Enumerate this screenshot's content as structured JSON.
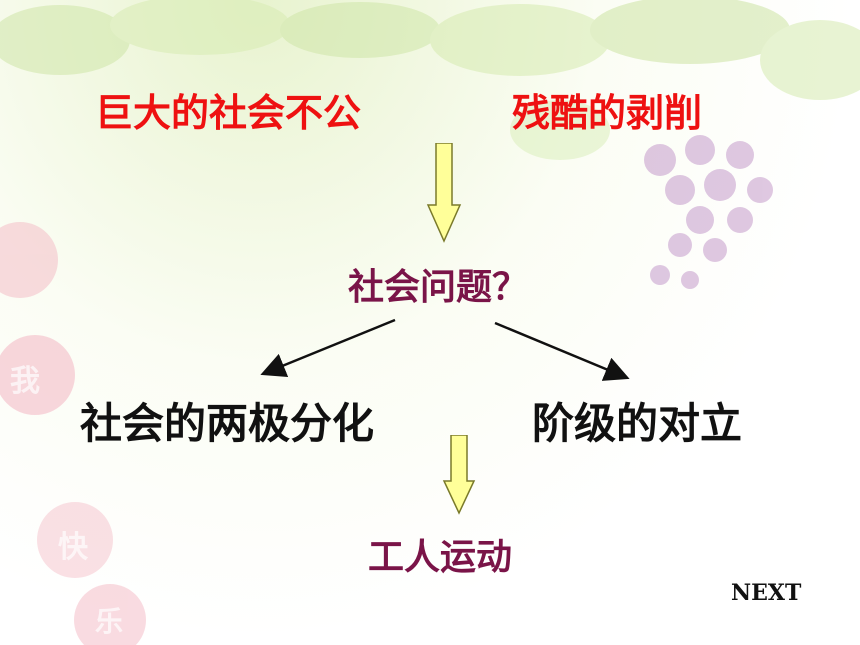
{
  "diagram": {
    "top_left": "巨大的社会不公",
    "top_right": "残酷的剥削",
    "middle": "社会问题？",
    "left_branch": "社会的两极分化",
    "right_branch": "阶级的对立",
    "bottom": "工人运动"
  },
  "navigation": {
    "next_label": "NEXT"
  },
  "background_balloons": [
    "我",
    "快",
    "乐"
  ],
  "colors": {
    "top_text": "#ee1111",
    "middle_text": "#7a1448",
    "branch_text": "#111111",
    "arrow_fill": "#ffff99",
    "arrow_stroke": "#7a7a2a"
  }
}
